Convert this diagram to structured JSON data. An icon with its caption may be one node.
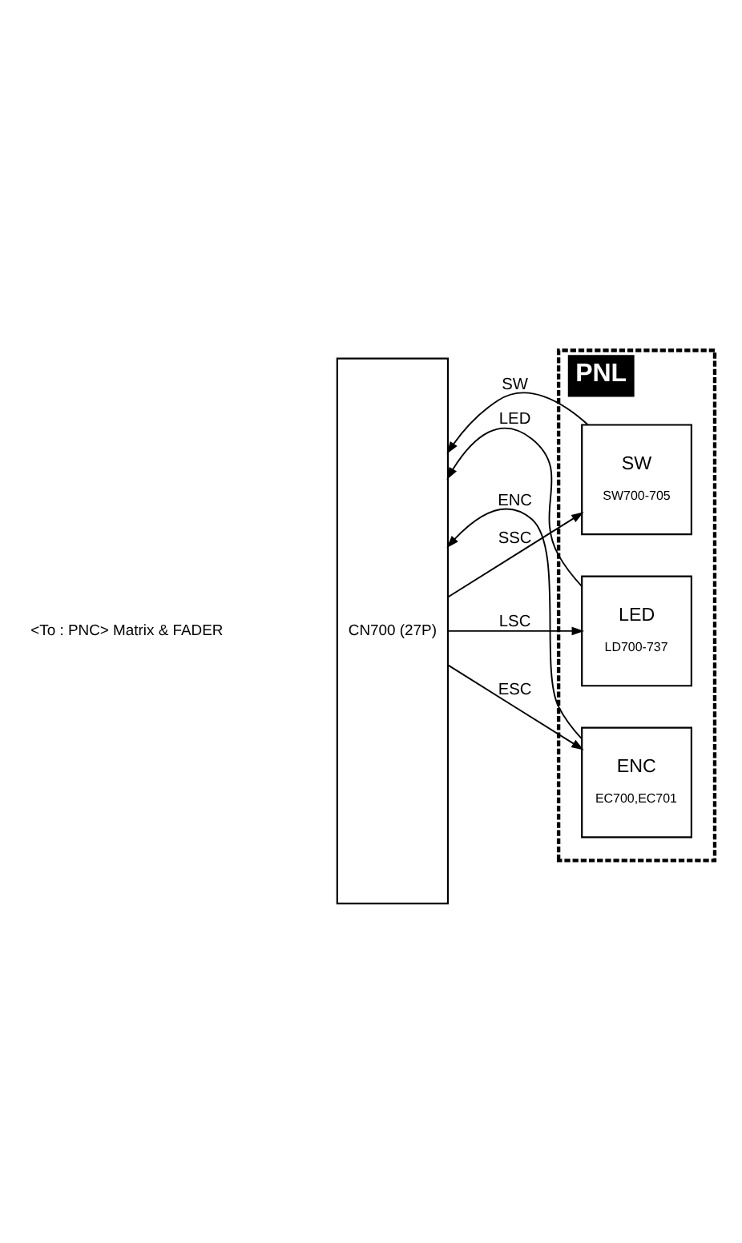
{
  "diagram": {
    "nodes": [
      {
        "text": [
          "PNL"
        ]
      },
      {
        "text": [
          "CN700 (27P)"
        ]
      },
      {
        "text": [
          "SW",
          "SW700-705"
        ],
        "in": 0
      },
      {
        "text": [
          "LED",
          "LD700-737"
        ],
        "in": 0
      },
      {
        "text": [
          "ENC",
          "EC700,EC701"
        ],
        "in": 0
      }
    ],
    "edges": [
      {
        "from": 2,
        "to": 1,
        "arrow": "to",
        "label": "SW"
      },
      {
        "from": 1,
        "to": 2,
        "arrow": "to",
        "label": "SSC"
      },
      {
        "from": 1,
        "to": 3,
        "arrow": "to",
        "label": "LSC"
      },
      {
        "from": 3,
        "to": 1,
        "arrow": "to",
        "label": "LED"
      },
      {
        "from": 4,
        "to": 1,
        "arrow": "to",
        "label": "ENC"
      },
      {
        "from": 1,
        "to": 4,
        "arrow": "to",
        "label": "ESC"
      }
    ],
    "labels": [
      "<To : PNC> Matrix & FADER"
    ]
  }
}
